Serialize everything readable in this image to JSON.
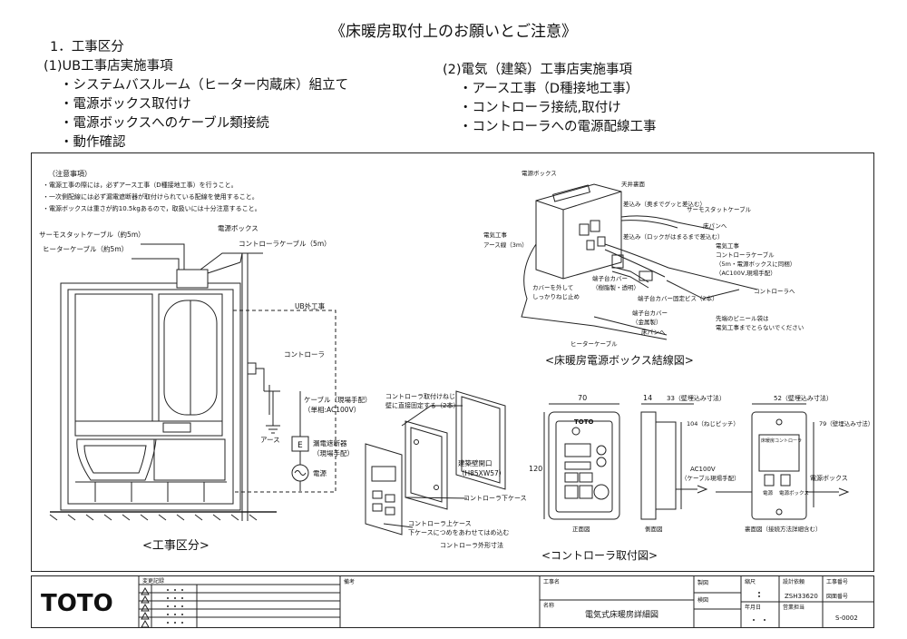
{
  "title": "《床暖房取付上のお願いとご注意》",
  "section1": {
    "heading": "1．工事区分",
    "ub": {
      "heading": "(1)UB工事店実施事項",
      "items": [
        "・システムバスルーム（ヒーター内蔵床）組立て",
        "・電源ボックス取付け",
        "・電源ボックスへのケーブル類接続",
        "・動作確認"
      ]
    },
    "electric": {
      "heading": "(2)電気（建築）工事店実施事項",
      "items": [
        "・アース工事（D種接地工事）",
        "・コントローラ接続,取付け",
        "・コントローラへの電源配線工事"
      ]
    }
  },
  "notes": {
    "heading": "（注意事項）",
    "items": [
      "・電源工事の際には，必ずアース工事（D種接地工事）を行うこと。",
      "・一次側配線には必ず漏電遮断器が取付けられている配線を使用すること。",
      "・電源ボックスは重さが約10.5kgあるので，取扱いには十分注意すること。"
    ]
  },
  "kubun": {
    "thermo_cable": "サーモスタットケーブル（約5m）",
    "heater_cable": "ヒーターケーブル（約5m）",
    "power_box": "電源ボックス",
    "controller_cable": "コントローラケーブル（5m）",
    "ub_outside": "UB外工事",
    "controller": "コントローラ",
    "cable_site": "ケーブル（現場手配）",
    "cable_spec": "（単相:AC100V）",
    "earth": "アース",
    "breaker_e": "E",
    "breaker": "漏電遮断器",
    "breaker_site": "（現場手配）",
    "power": "電源",
    "caption": "<工事区分>"
  },
  "box": {
    "power_box": "電源ボックス",
    "ceiling": "天井裏面",
    "thermo_cable": "サーモスタットケーブル",
    "insert1": "差込み（奥までグッと差込む）",
    "insert2": "差込み（ロックがはまるまで差込む）",
    "to_floor1": "床パンへ",
    "electric_work": "電気工事",
    "earth_3m": "アース線（3m）",
    "ctrl_cable_1": "コントローラケーブル",
    "ctrl_cable_2": "（5m・電源ボックスに同梱）",
    "ctrl_cable_3": "（AC100V,現場手配）",
    "to_controller": "コントローラへ",
    "cover_remove_1": "カバーを外して",
    "cover_remove_2": "しっかりねじ止め",
    "term_cover_clear_1": "端子台カバー",
    "term_cover_clear_2": "（樹脂製・透明）",
    "term_cover_screw": "端子台カバー固定ビス（2本）",
    "term_cover_metal_1": "端子台カバー",
    "term_cover_metal_2": "（金属製）",
    "vinyl_note_1": "先端のビニール袋は",
    "vinyl_note_2": "電気工事までとらないでください",
    "heater_cable": "ヒーターケーブル",
    "to_floor2": "床パンへ",
    "caption": "<床暖房電源ボックス結線図>"
  },
  "mount": {
    "screw_1": "コントローラ取付けねじ",
    "screw_2": "壁に直接固定する（2本）",
    "wall_opening_1": "建築壁開口",
    "wall_opening_2": "（H85XW57）",
    "lower_case": "コントローラ下ケース",
    "upper_case_1": "コントローラ上ケース",
    "upper_case_2": "下ケースにつめをあわせてはめ込む",
    "outline": "コントローラ外形寸法"
  },
  "ctrl": {
    "dim_70": "70",
    "dim_14": "14",
    "dim_33": "33（壁埋込み寸法）",
    "dim_52": "52（壁埋込み寸法）",
    "dim_120": "120",
    "dim_104": "104（ねじピッチ）",
    "dim_79": "79（壁埋込み寸法）",
    "ac100v": "AC100V",
    "cable_site": "（ケーブル現場手配）",
    "power_box": "電源ボックス",
    "front_logo": "TOTO",
    "rear_label": "床暖房コントローラ",
    "t_power": "電源",
    "t_box": "電源ボックス",
    "front_view": "正面図",
    "side_view": "側面図",
    "rear_view": "裏面図（接続方法詳細含む）",
    "caption": "<コントローラ取付図>"
  },
  "titleblock": {
    "logo": "TOTO",
    "revision": "変更記録",
    "remarks": "備考",
    "work_name": "工事名",
    "product_name": "名称",
    "product_value": "電気式床暖房詳細図",
    "checked": "製図",
    "inspected": "検図",
    "scale": "縮尺",
    "design_no": "設計依頼",
    "design_value": "ZSH33620",
    "work_no": "工事番号",
    "drawing_no": "図面番号",
    "drawing_value": "S-0002",
    "date": "年月日",
    "sales": "営業担当"
  }
}
